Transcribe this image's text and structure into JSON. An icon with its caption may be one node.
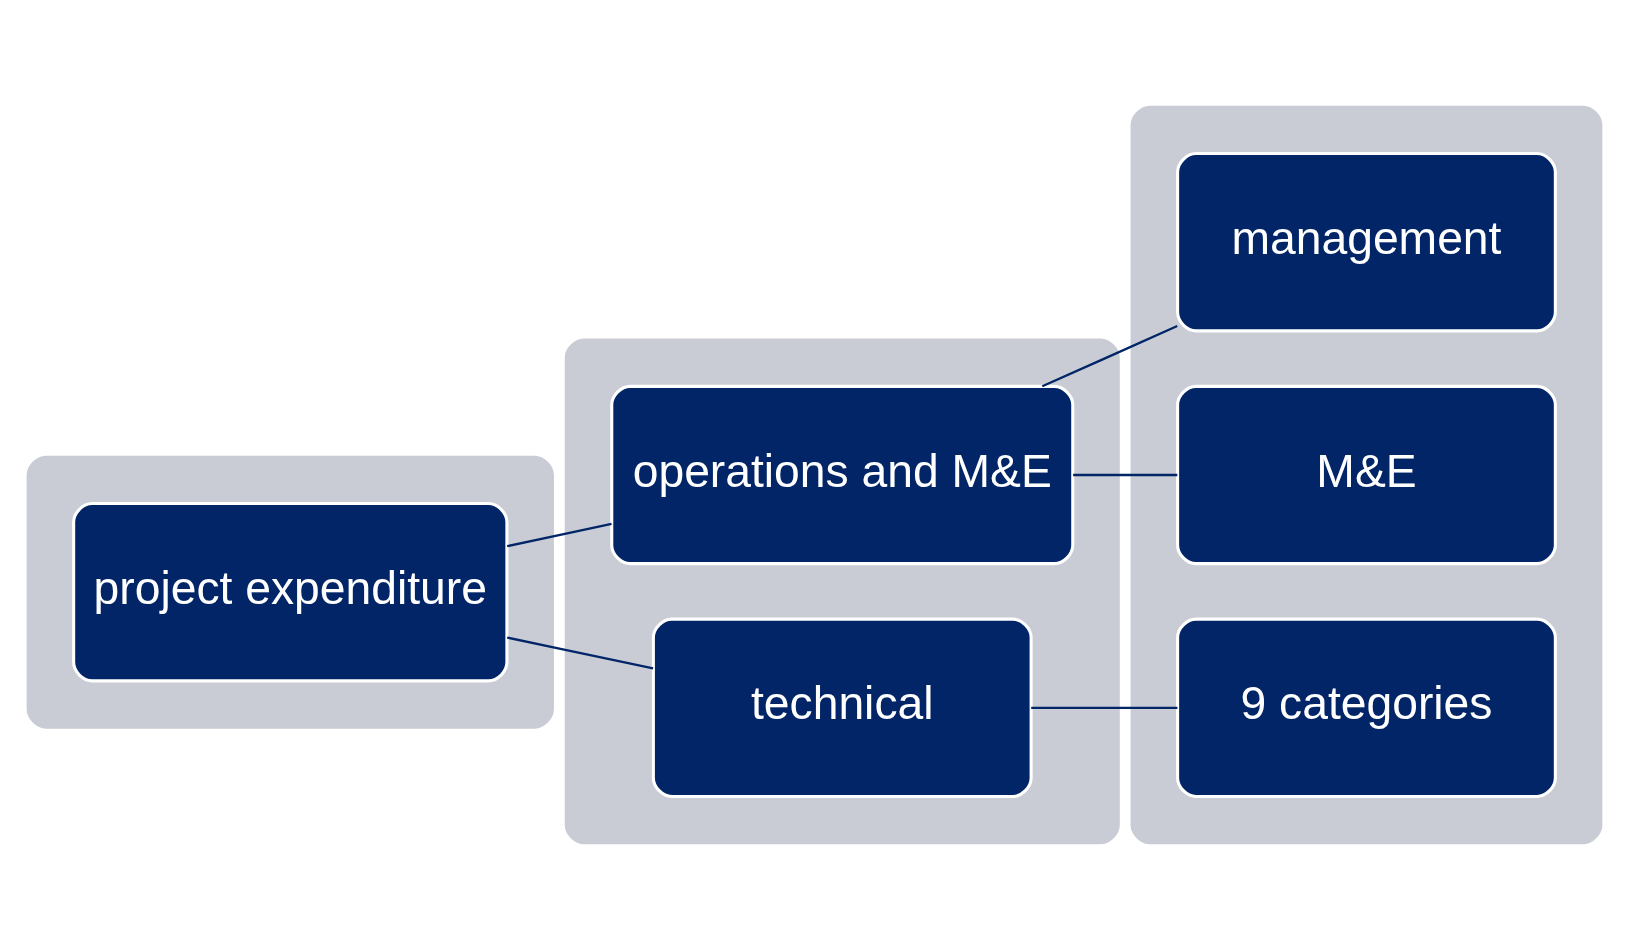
{
  "diagram": {
    "nodes": [
      {
        "text": [],
        "shape": "box"
      },
      {
        "text": [
          "project expenditure"
        ],
        "in": 0
      },
      {
        "text": [],
        "shape": "box"
      },
      {
        "text": [
          "operations and M&E"
        ],
        "in": 2
      },
      {
        "text": [
          "technical"
        ],
        "in": 2
      },
      {
        "text": [],
        "shape": "box"
      },
      {
        "text": [
          "management"
        ],
        "in": 5
      },
      {
        "text": [
          "M&E"
        ],
        "in": 5
      },
      {
        "text": [
          "9 categories"
        ],
        "in": 5
      }
    ],
    "edges": [
      {
        "from": 1,
        "to": 3,
        "arrow": "none"
      },
      {
        "from": 1,
        "to": 4,
        "arrow": "none"
      },
      {
        "from": 3,
        "to": 6,
        "arrow": "none"
      },
      {
        "from": 3,
        "to": 7,
        "arrow": "none"
      },
      {
        "from": 4,
        "to": 8,
        "arrow": "none"
      }
    ]
  }
}
